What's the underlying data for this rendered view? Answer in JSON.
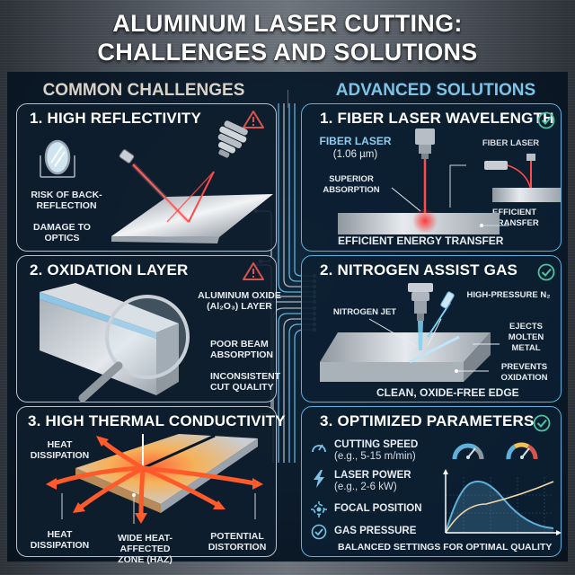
{
  "title": {
    "line1": "ALUMINUM LASER CUTTING:",
    "line2": "CHALLENGES AND SOLUTIONS"
  },
  "columns": {
    "left_heading": "COMMON CHALLENGES",
    "right_heading": "ADVANCED SOLUTIONS"
  },
  "colors": {
    "challenge_border": "#b9c0c8",
    "solution_border": "#5fb0dc",
    "warning": "#d9534f",
    "check": "#4fc3a1",
    "laser": "#ff4a4a",
    "heading_blue": "#7cc3e8"
  },
  "challenges": [
    {
      "title": "1. HIGH REFLECTIVITY",
      "status_icon": "warning-triangle-icon",
      "labels": {
        "risk": "RISK OF BACK-REFLECTION",
        "damage": "DAMAGE TO OPTICS"
      }
    },
    {
      "title": "2. OXIDATION LAYER",
      "status_icon": "warning-triangle-icon",
      "labels": {
        "oxide_line1": "ALUMINUM OXIDE",
        "oxide_line2": "(Al₂O₃) LAYER",
        "absorption_line1": "POOR BEAM",
        "absorption_line2": "ABSORPTION",
        "quality_line1": "INCONSISTENT",
        "quality_line2": "CUT QUALITY"
      }
    },
    {
      "title": "3. HIGH THERMAL CONDUCTIVITY",
      "labels": {
        "dissipation_top_line1": "HEAT",
        "dissipation_top_line2": "DISSIPATION",
        "dissipation_bottom_line1": "HEAT",
        "dissipation_bottom_line2": "DISSIPATION",
        "haz_line1": "WIDE HEAT-AFFECTED",
        "haz_line2": "ZONE (HAZ)",
        "distortion_line1": "POTENTIAL",
        "distortion_line2": "DISTORTION"
      }
    }
  ],
  "solutions": [
    {
      "title": "1. FIBER LASER WAVELENGTH",
      "status_icon": "check-circle-icon",
      "labels": {
        "fiber_laser": "FIBER LASER",
        "wavelength": "(1.06 µm)",
        "fiber_laser_inset": "FIBER LASER",
        "absorption_line1": "SUPERIOR",
        "absorption_line2": "ABSORPTION",
        "transfer_line1": "EFFICIENT",
        "transfer_line2": "TRANSFER"
      },
      "caption": "EFFICIENT ENERGY TRANSFER"
    },
    {
      "title": "2. NITROGEN ASSIST GAS",
      "status_icon": "check-circle-icon",
      "labels": {
        "high_pressure": "HIGH-PRESSURE N₂",
        "jet": "NITROGEN JET",
        "ejects_line1": "EJECTS",
        "ejects_line2": "MOLTEN",
        "ejects_line3": "METAL",
        "prevents_line1": "PREVENTS",
        "prevents_line2": "OXIDATION"
      },
      "caption": "CLEAN, OXIDE-FREE EDGE"
    },
    {
      "title": "3. OPTIMIZED PARAMETERS",
      "status_icon": "check-circle-icon",
      "parameters": [
        {
          "icon": "speedometer-icon",
          "label": "CUTTING SPEED",
          "value": "(e.g., 5-15 m/min)"
        },
        {
          "icon": "lightning-icon",
          "label": "LASER POWER",
          "value": "(e.g., 2-6 kW)"
        },
        {
          "icon": "crosshair-icon",
          "label": "FOCAL POSITION",
          "value": ""
        },
        {
          "icon": "check-circle-icon",
          "label": "GAS PRESSURE",
          "value": ""
        }
      ],
      "caption": "BALANCED SETTINGS FOR OPTIMAL QUALITY"
    }
  ]
}
